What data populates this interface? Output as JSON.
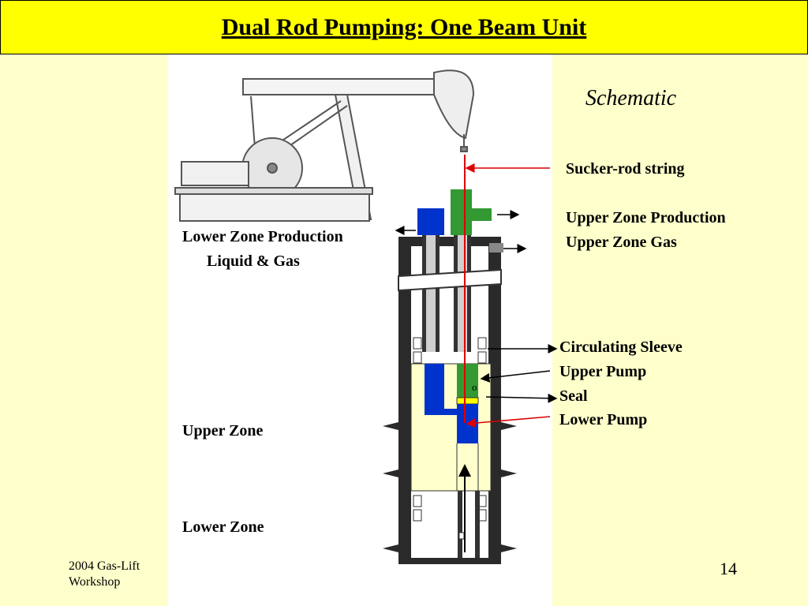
{
  "title": "Dual Rod Pumping: One Beam Unit",
  "schematic_label": "Schematic",
  "labels": {
    "sucker_rod": "Sucker-rod string",
    "upper_zone_production": "Upper Zone Production",
    "upper_zone_gas": "Upper Zone Gas",
    "lower_zone_production": "Lower Zone Production",
    "liquid_gas": "Liquid & Gas",
    "circulating_sleeve": "Circulating Sleeve",
    "upper_pump": "Upper Pump",
    "seal": "Seal",
    "lower_pump": "Lower Pump",
    "upper_zone": "Upper Zone",
    "lower_zone": "Lower Zone",
    "valve_mark": "o"
  },
  "footer": {
    "line1": "2004 Gas-Lift",
    "line2": "Workshop"
  },
  "page_number": "14",
  "colors": {
    "title_bg": "#ffff00",
    "slide_bg": "#ffffcc",
    "blue": "#0033cc",
    "green": "#339933",
    "red": "#dd0000",
    "seal_yellow": "#ffff00",
    "casing": "#2a2a2a"
  }
}
